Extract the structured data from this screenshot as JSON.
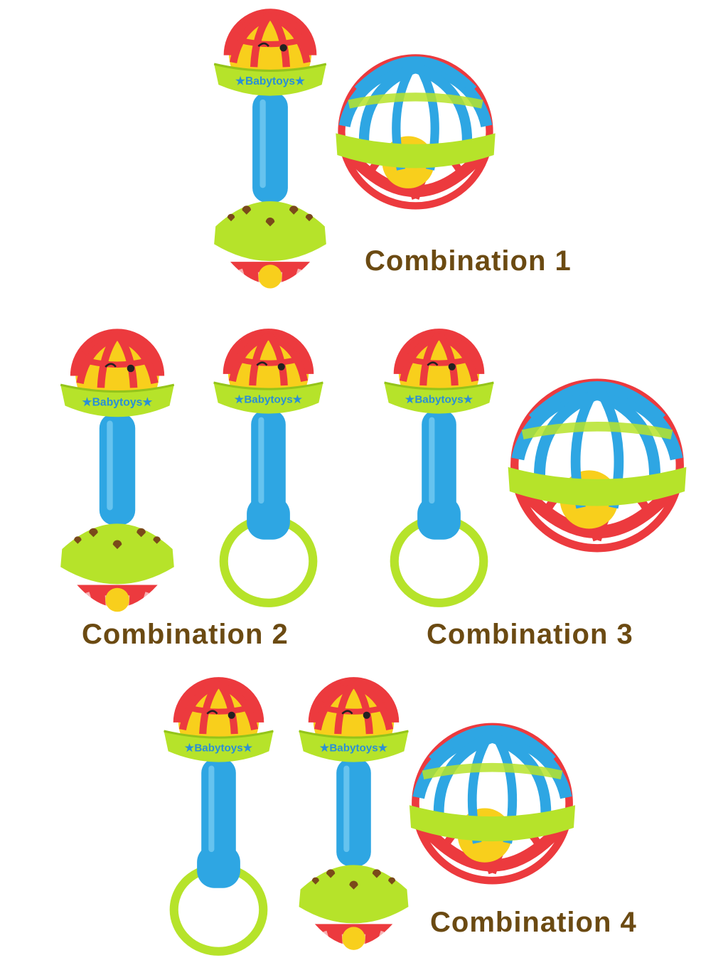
{
  "colors": {
    "red": "#ec3a3e",
    "red_dark": "#d22a2f",
    "green": "#b6e32a",
    "green_dark": "#94c41a",
    "blue": "#2ea6e3",
    "blue_dark": "#1c8ccc",
    "yellow": "#f8cf1c",
    "label": "#6b4a12",
    "brand": "#2a8fd6"
  },
  "brand_text": "Babytoys",
  "labels": {
    "combo1": "Combination 1",
    "combo2": "Combination 2",
    "combo3": "Combination 3",
    "combo4": "Combination 4"
  },
  "groups": [
    {
      "label": "Combination 1",
      "items": [
        "dumbbell-rattle",
        "ball-rattle"
      ]
    },
    {
      "label": "Combination 2",
      "items": [
        "dumbbell-rattle",
        "ring-rattle"
      ]
    },
    {
      "label": "Combination 3",
      "items": [
        "ring-rattle",
        "ball-rattle"
      ]
    },
    {
      "label": "Combination 4",
      "items": [
        "ring-rattle",
        "dumbbell-rattle",
        "ball-rattle"
      ]
    }
  ]
}
